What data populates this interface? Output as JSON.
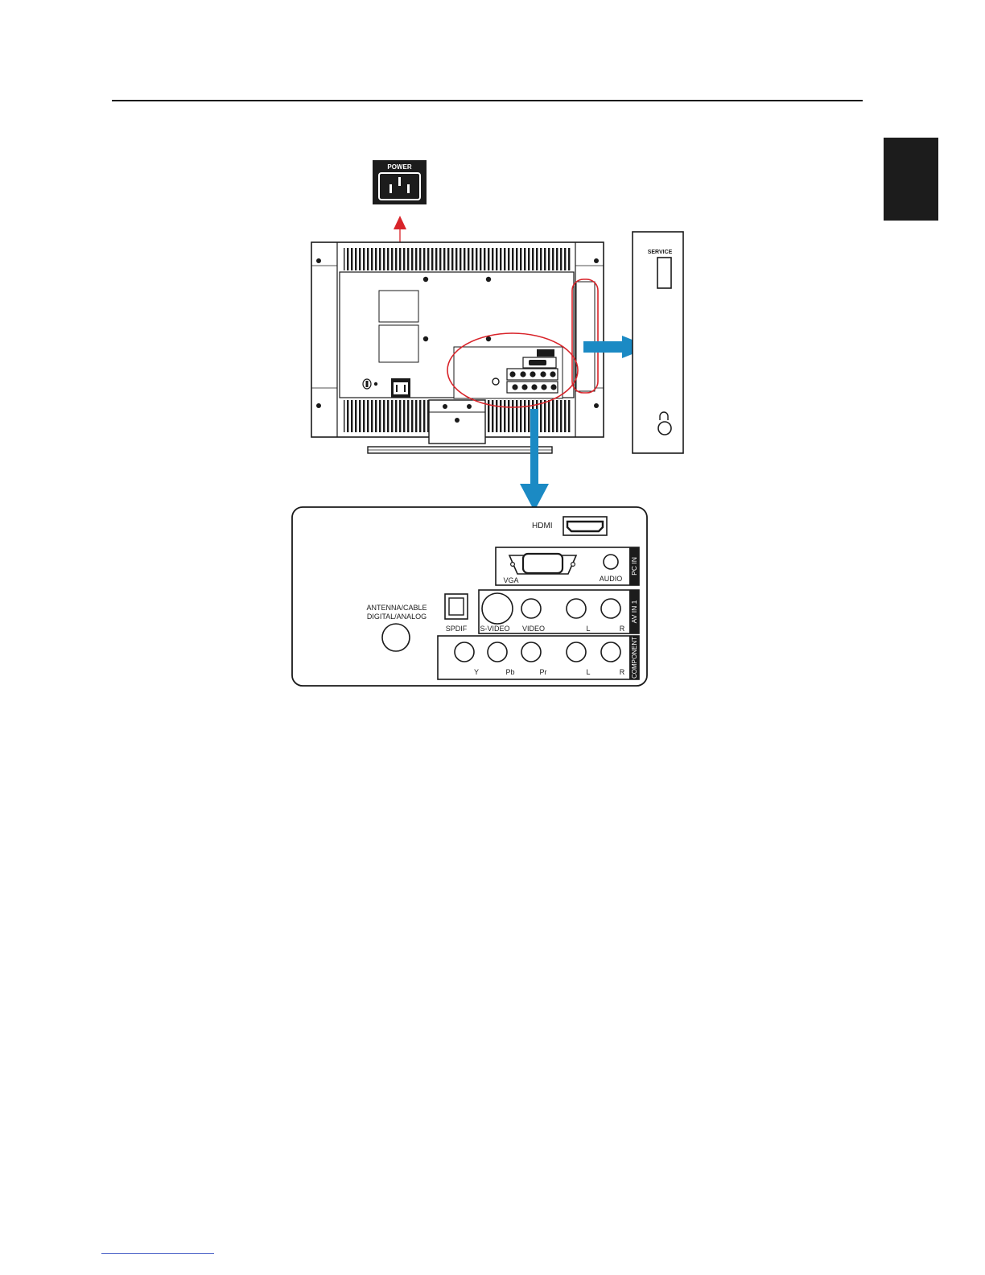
{
  "colors": {
    "ink": "#1a1a1a",
    "arrow_blue": "#1b8ac4",
    "arrow_red": "#d8242a",
    "highlight_red": "#d8242a",
    "side_tab": "#1c1c1c"
  },
  "power_panel": {
    "label": "POWER"
  },
  "service_panel": {
    "label": "SERVICE",
    "jack_icon": "headphone-icon"
  },
  "connector_panel": {
    "hdmi": "HDMI",
    "pc_in": {
      "group": "PC IN",
      "vga": "VGA",
      "audio": "AUDIO"
    },
    "av_in": {
      "group": "AV IN 1",
      "svideo": "S-VIDEO",
      "video": "VIDEO",
      "l": "L",
      "r": "R"
    },
    "component": {
      "group": "COMPONENT",
      "y": "Y",
      "pb": "Pb",
      "pr": "Pr",
      "l": "L",
      "r": "R"
    },
    "spdif": "SPDIF",
    "antenna_line1": "ANTENNA/CABLE",
    "antenna_line2": "DIGITAL/ANALOG"
  }
}
